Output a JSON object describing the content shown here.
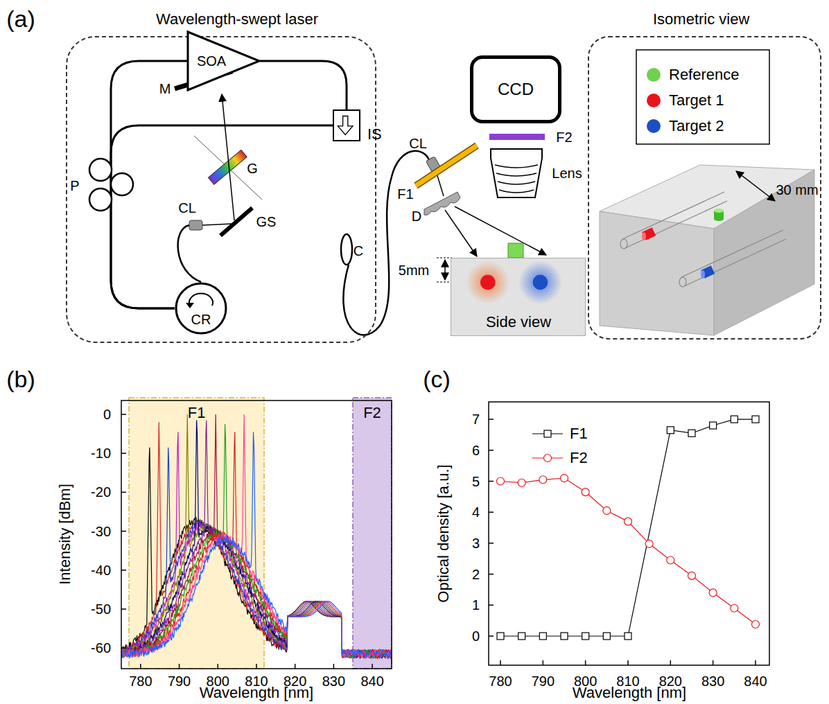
{
  "diagram": {
    "nodes": [
      {
        "text": [
          "Wavelength-swept laser"
        ]
      },
      {
        "text": [
          "SOA"
        ],
        "in": 0
      },
      {
        "text": [
          "IS"
        ],
        "in": 0
      },
      {
        "text": [
          "CR"
        ],
        "in": 0
      },
      {
        "text": [
          "CCD"
        ]
      },
      {
        "text": [
          "Side view"
        ]
      },
      {
        "text": [
          "Isometric view"
        ]
      }
    ],
    "edges": [
      {
        "from": 1,
        "to": 2,
        "arrow": "none"
      },
      {
        "from": 2,
        "to": 3,
        "arrow": "none"
      },
      {
        "from": 3,
        "to": 1,
        "arrow": "none"
      }
    ],
    "labels": [
      "(a)",
      "M",
      "G",
      "P",
      "CL",
      "GS",
      "C",
      "CL",
      "F1",
      "D",
      "F2",
      "Lens",
      "5mm",
      "30 mm",
      "(b)",
      "F1",
      "F2",
      "Intensity [dBm]",
      "Wavelength [nm]",
      "0",
      "-10",
      "-20",
      "-30",
      "-40",
      "-50",
      "-60",
      "780",
      "790",
      "800",
      "810",
      "820",
      "830",
      "840",
      "(c)",
      "Optical density [a.u.]",
      "Wavelength [nm]",
      "0",
      "1",
      "2",
      "3",
      "4",
      "5",
      "6",
      "7",
      "780",
      "790",
      "800",
      "810",
      "820",
      "830",
      "840"
    ],
    "legend": [
      {
        "text": "Reference",
        "color": "#6fd14f"
      },
      {
        "text": "Target 1",
        "color": "#e8141c"
      },
      {
        "text": "Target 2",
        "color": "#1d4fc4"
      },
      {
        "text": "F1"
      },
      {
        "text": "F2"
      }
    ]
  }
}
